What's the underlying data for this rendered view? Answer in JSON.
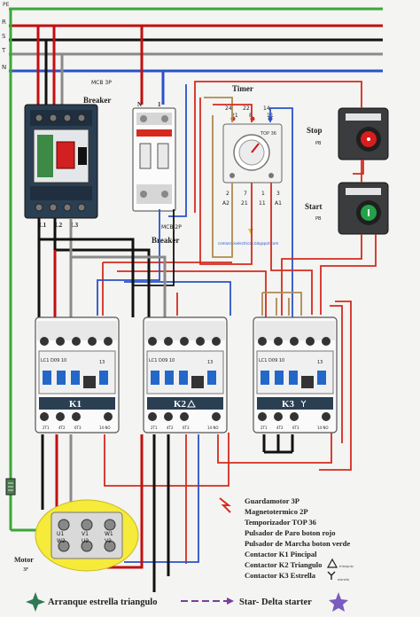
{
  "rails": [
    "PE",
    "R",
    "S",
    "T",
    "N"
  ],
  "breaker_mcb3p": {
    "title": "MCB 3P",
    "name": "Breaker",
    "outputs": [
      "L1",
      "L2",
      "L3"
    ]
  },
  "breaker_mcb2p": {
    "title": "MCB 2P",
    "name": "Breaker",
    "top_terms": [
      "N",
      "1"
    ]
  },
  "timer": {
    "title": "Timer",
    "model": "TOP 36",
    "top_terms": [
      "24",
      "22",
      "14",
      "21",
      "8",
      "11"
    ],
    "bottom_terms": [
      "A2",
      "21",
      "11",
      "A1"
    ],
    "bottom_nums": [
      "2",
      "7",
      "1",
      "3"
    ]
  },
  "stop_pb": {
    "title": "Stop",
    "sub": "PB"
  },
  "start_pb": {
    "title": "Start",
    "sub": "PB"
  },
  "watermark": "comandoselectricos.blogspot.com",
  "contactors": [
    {
      "id": "K1",
      "model": "LC1 D09 10",
      "aux": "13"
    },
    {
      "id": "K2",
      "model": "LC1 D09 10",
      "aux": "13"
    },
    {
      "id": "K3",
      "model": "LC1 D09 10",
      "aux": "13"
    }
  ],
  "contactor_bottom": [
    "2T1",
    "4T2",
    "6T3",
    "14 NO"
  ],
  "motor": {
    "label": "Motor",
    "sub": "3F",
    "terms": [
      "U1",
      "V1",
      "W1",
      "W2",
      "U2",
      "V2"
    ]
  },
  "legend": [
    "Guardamotor 3P",
    "Magnetotermico 2P",
    "Temporizador TOP 36",
    "Pulsador de Paro boton rojo",
    "Pulsador de Marcha boton verde",
    "Contactor K1 Pincipal",
    "Contactor K2 Triangulo",
    "Contactor K3 Estrella"
  ],
  "legend_tags": [
    "triangulo",
    "estrella"
  ],
  "footer": {
    "left": "Arranque estrella triangulo",
    "right": "Star- Delta starter"
  },
  "colors": {
    "pe": "#3aa63a",
    "r": "#c01010",
    "s": "#111111",
    "t": "#8a8a8a",
    "n": "#2a52c8",
    "control": "#d42b1e",
    "tan": "#b08a50"
  }
}
